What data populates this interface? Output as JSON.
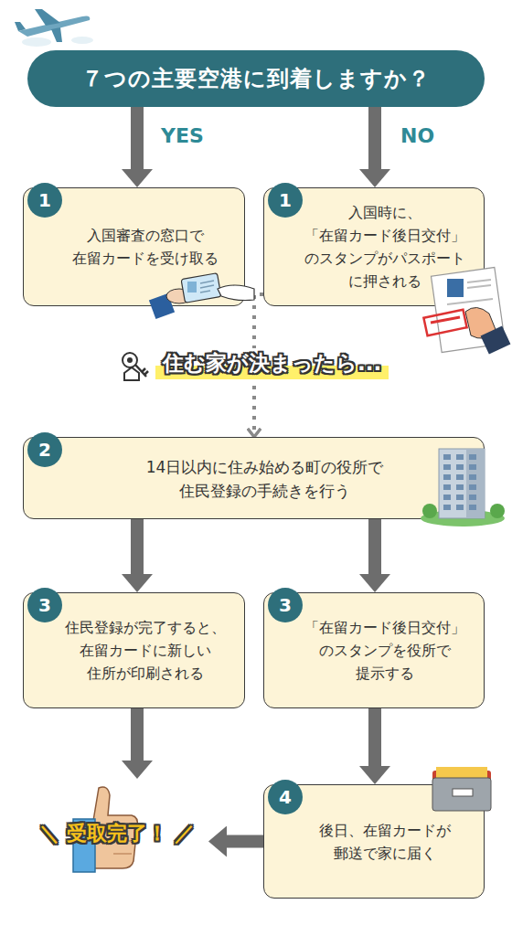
{
  "diagram": {
    "nodes": [
      {
        "text": [
          "７つの主要空港に到着しますか？"
        ]
      },
      {
        "text": [
          "入国審査の窓口で 在留カードを受け取る"
        ]
      },
      {
        "text": [
          "1"
        ],
        "in": 1
      },
      {
        "text": [
          "入国時に、 「在留カード後日交付」 のスタンプがパスポート に押される"
        ]
      },
      {
        "text": [
          "1"
        ],
        "in": 3
      },
      {
        "text": [
          "14日以内に住み始める町の役所で 住民登録の手続きを行う"
        ]
      },
      {
        "text": [
          "2"
        ],
        "in": 5
      },
      {
        "text": [
          "住民登録が完了すると、 在留カードに新しい 住所が印刷される"
        ]
      },
      {
        "text": [
          "3"
        ],
        "in": 7
      },
      {
        "text": [
          "「在留カード後日交付」 のスタンプを役所で 提示する"
        ]
      },
      {
        "text": [
          "3"
        ],
        "in": 9
      },
      {
        "text": [
          "後日、在留カードが 郵送で家に届く"
        ]
      },
      {
        "text": [
          "4"
        ],
        "in": 11
      },
      {
        "text": [
          "＼ 受取完了！ ／"
        ]
      }
    ],
    "edges": [
      {
        "from": 0,
        "to": 1,
        "label": "YES",
        "arrow": "to"
      },
      {
        "from": 0,
        "to": 3,
        "label": "NO",
        "arrow": "to"
      },
      {
        "from": 1,
        "to": 5,
        "arrow": "to"
      },
      {
        "from": 3,
        "to": 5,
        "arrow": "to"
      },
      {
        "from": 5,
        "to": 7,
        "arrow": "to"
      },
      {
        "from": 5,
        "to": 9,
        "arrow": "to"
      },
      {
        "from": 7,
        "to": 13,
        "arrow": "to"
      },
      {
        "from": 9,
        "to": 11,
        "arrow": "to"
      },
      {
        "from": 11,
        "to": 13,
        "arrow": "to"
      }
    ],
    "labels": [
      "住む家が決まったら..."
    ]
  }
}
